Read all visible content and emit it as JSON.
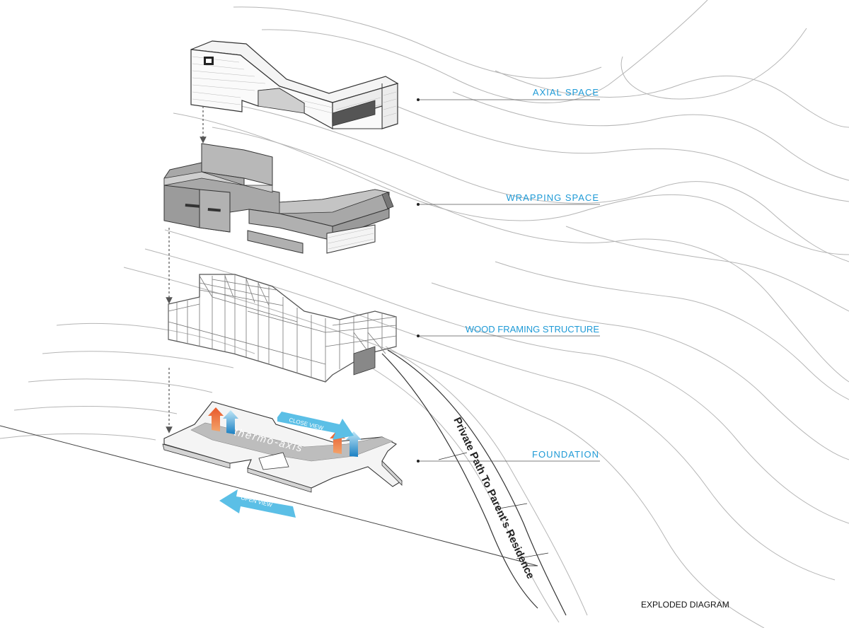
{
  "layers": {
    "axial_space": "AXIAL SPACE",
    "wrapping_space": "WRAPPING SPACE",
    "wood_framing": "WOOD FRAMING STRUCTURE",
    "foundation": "FOUNDATION"
  },
  "annotations": {
    "close_view": "CLOSE VIEW",
    "open_view": "OPEN VIEW",
    "thermo_axis": "thermo-axis",
    "private_path": "Private Path To Parent's Residence"
  },
  "caption": "EXPLODED DIAGRAM",
  "colors": {
    "label_blue": "#1e9ad6",
    "arrow_fill": "#5bbfe6",
    "warm_arrow": "#e8622a",
    "cool_arrow": "#3aa6e0",
    "wall_gray": "#a8a8a8",
    "contour_gray": "#b5b5b5"
  }
}
